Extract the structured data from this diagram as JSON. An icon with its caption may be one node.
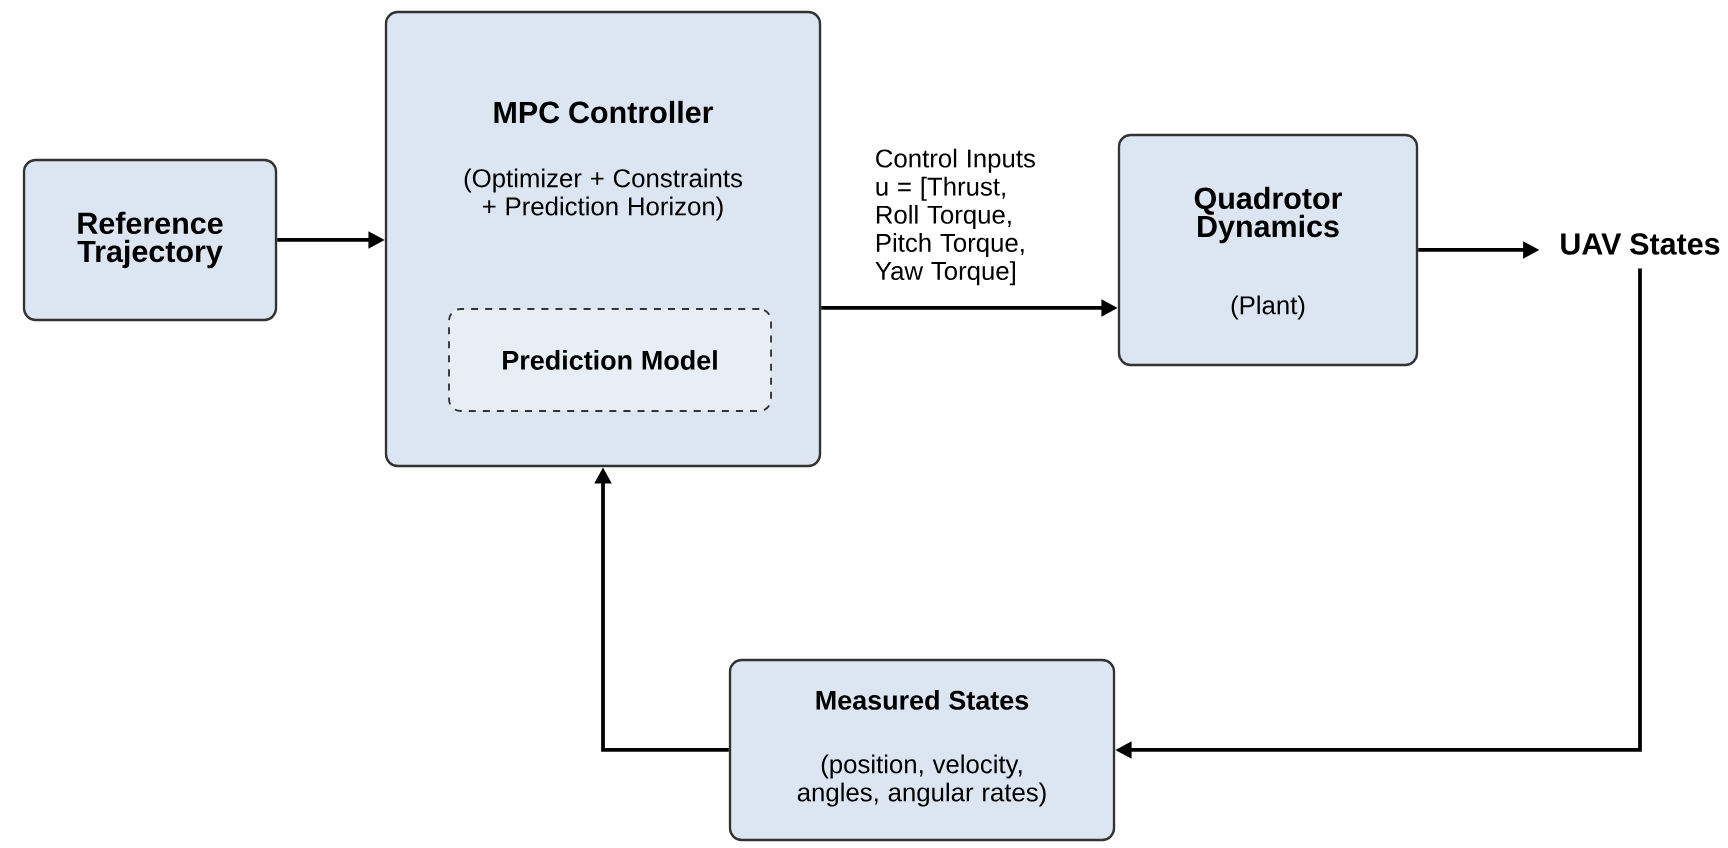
{
  "diagram": {
    "nodes": [
      {
        "text": [
          "Reference Trajectory"
        ]
      },
      {
        "text": [
          "MPC Controller",
          "(Optimizer + Constraints + Prediction Horizon)"
        ]
      },
      {
        "text": [
          "Prediction Model"
        ],
        "in": 1
      },
      {
        "text": [
          "Quadrotor Dynamics",
          "(Plant)"
        ]
      },
      {
        "text": [
          "UAV States"
        ]
      },
      {
        "text": [
          "Measured States",
          "(position, velocity, angles, angular rates)"
        ]
      }
    ],
    "edges": [
      {
        "from": 0,
        "to": 1,
        "arrow": "to"
      },
      {
        "from": 1,
        "to": 3,
        "arrow": "to",
        "label": "Control Inputs u = [Thrust, Roll Torque, Pitch Torque, Yaw Torque]"
      },
      {
        "from": 3,
        "to": 4,
        "arrow": "to"
      },
      {
        "from": 4,
        "to": 5,
        "arrow": "to"
      },
      {
        "from": 5,
        "to": 1,
        "arrow": "to"
      }
    ]
  }
}
